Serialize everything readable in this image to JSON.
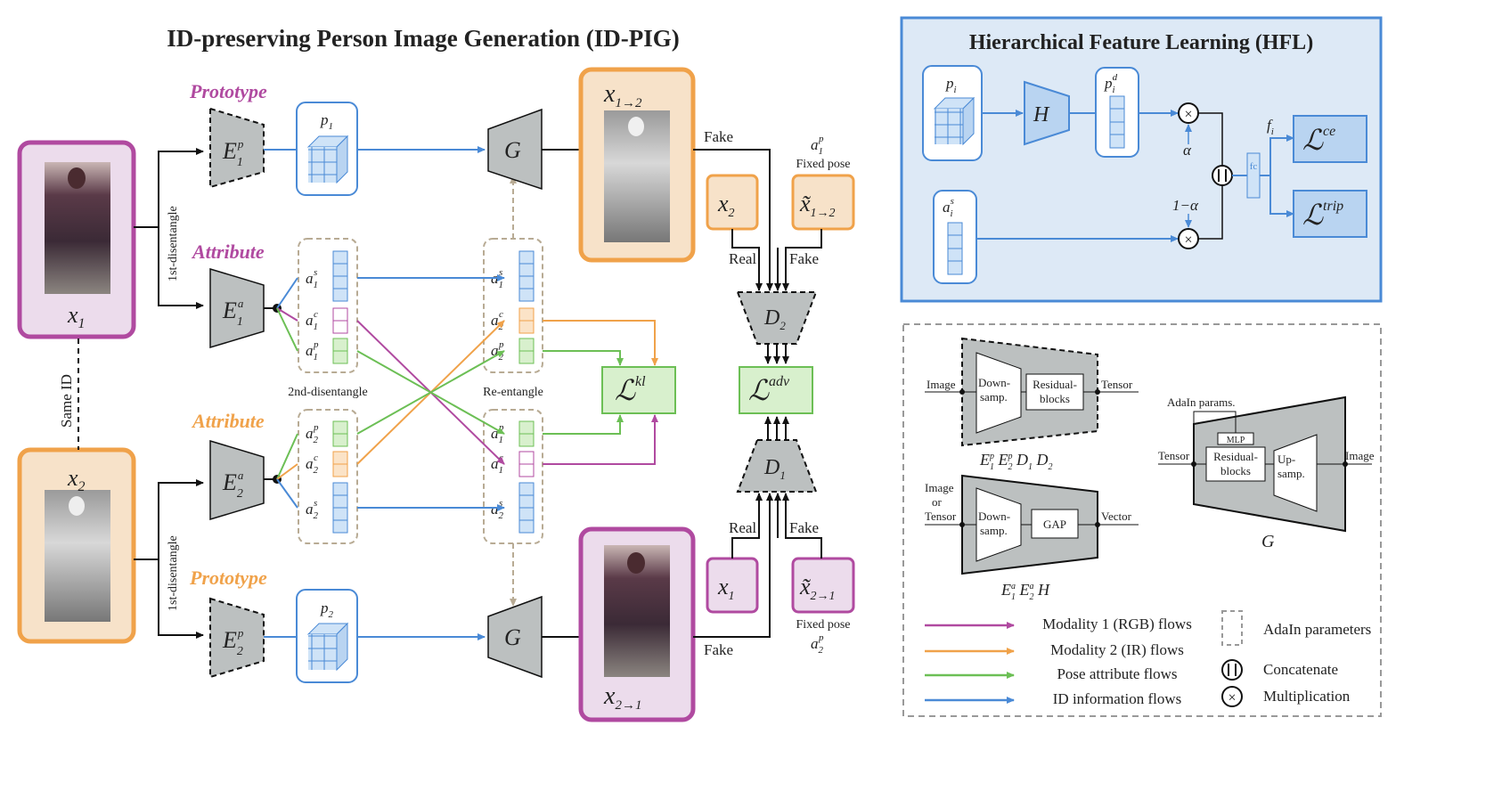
{
  "colors": {
    "rgb": "#b04aa0",
    "ir": "#f0a24a",
    "pose": "#6cbf55",
    "id": "#4a8ad6",
    "adain": "#b8ab94",
    "gray": "#bcc0c0"
  },
  "main": {
    "title": "ID-preserving Person Image Generation (ID-PIG)",
    "prototype_label_1": "Prototype",
    "prototype_label_2": "Prototype",
    "attribute_label_1": "Attribute",
    "attribute_label_2": "Attribute",
    "first_disentangle_1": "1st-disentangle",
    "first_disentangle_2": "1st-disentangle",
    "same_id": "Same ID",
    "second_disentangle": "2nd-disentangle",
    "re_entangle": "Re-entangle",
    "fake_1": "Fake",
    "fake_2": "Fake",
    "fake_3": "Fake",
    "fake_4": "Fake",
    "real_1": "Real",
    "real_2": "Real",
    "fixed_pose_1": "Fixed pose",
    "fixed_pose_2": "Fixed pose"
  },
  "hfl": {
    "title": "Hierarchical Feature Learning (HFL)",
    "fc_label": "fc",
    "one_minus_alpha": "1−α",
    "alpha": "α"
  },
  "legend_box": {
    "image": "Image",
    "tensor": "Tensor",
    "downsamp": [
      "Down-",
      "samp."
    ],
    "residual": [
      "Residual-",
      "blocks"
    ],
    "image_or_tensor": [
      "Image",
      "or",
      "Tensor"
    ],
    "vector": "Vector",
    "gap": "GAP",
    "adain_params": "AdaIn params.",
    "mlp": "MLP",
    "upsamp": [
      "Up-",
      "samp."
    ],
    "items": [
      {
        "label": "Modality 1 (RGB) flows"
      },
      {
        "label": "Modality 2 (IR) flows"
      },
      {
        "label": "Pose attribute flows"
      },
      {
        "label": "ID information flows"
      }
    ],
    "adain_parameters": "AdaIn parameters",
    "concatenate": "Concatenate",
    "multiplication": "Multiplication"
  }
}
